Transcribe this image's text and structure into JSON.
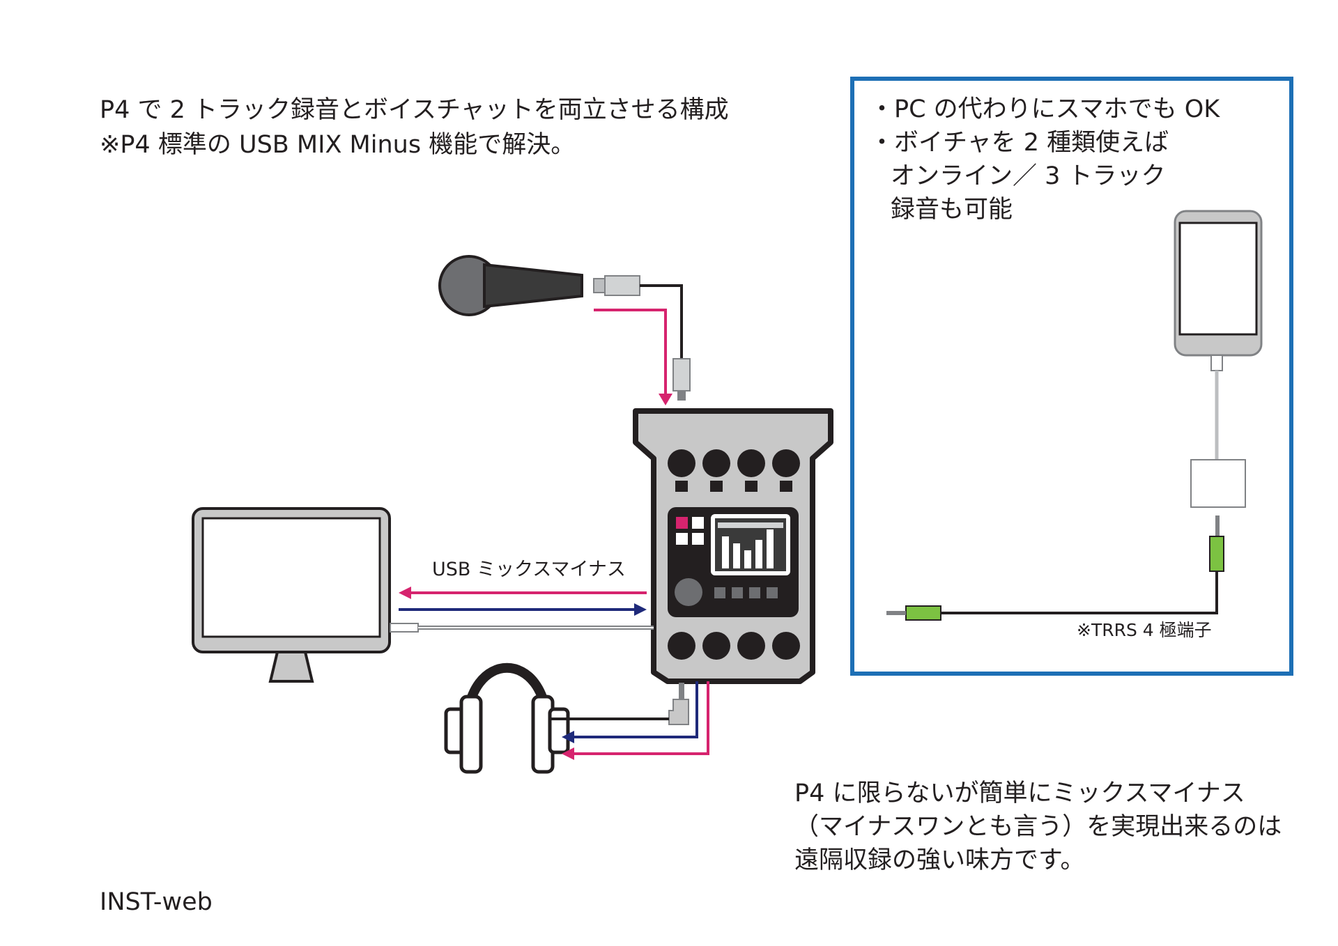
{
  "heading": {
    "line1": "P4 で 2 トラック録音とボイスチャットを両立させる構成",
    "line2": "※P4 標準の USB MIX Minus 機能で解決。"
  },
  "smartphone_box": {
    "line1": "・PC の代わりにスマホでも OK",
    "line2": "・ボイチャを 2 種類使えば",
    "line3": "オンライン／ 3 トラック",
    "line4": "録音も可能",
    "cable_note": "※TRRS 4 極端子",
    "border_color": "#1d6fb5"
  },
  "usb_label": "USB ミックスマイナス",
  "bottom_note": {
    "line1": "P4 に限らないが簡単にミックスマイナス",
    "line2": "（マイナスワンとも言う）を実現出来るのは",
    "line3": "遠隔収録の強い味方です。"
  },
  "footer": "INST-web",
  "colors": {
    "return_arrow": "#d6246e",
    "send_arrow": "#1f2a7a",
    "trrs_plug": "#7cc242",
    "device_body": "#c8c8c8"
  },
  "icons": [
    "microphone-icon",
    "monitor-icon",
    "headphones-icon",
    "mixer-p4-icon",
    "smartphone-icon",
    "adapter-icon"
  ]
}
